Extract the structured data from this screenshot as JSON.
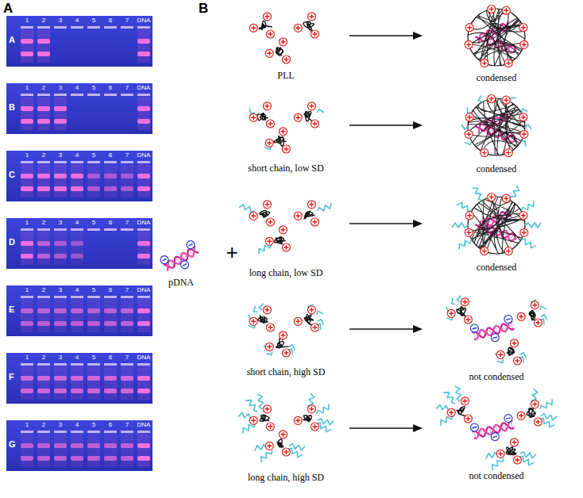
{
  "diagram": {
    "labels": [
      "A",
      "A",
      "1",
      "2",
      "3",
      "4",
      "5",
      "6",
      "7",
      "DNA",
      "B",
      "1",
      "2",
      "3",
      "4",
      "5",
      "6",
      "7",
      "DNA",
      "C",
      "1",
      "2",
      "3",
      "4",
      "5",
      "6",
      "7",
      "DNA",
      "D",
      "1",
      "2",
      "3",
      "4",
      "5",
      "6",
      "7",
      "DNA",
      "E",
      "1",
      "2",
      "3",
      "4",
      "5",
      "6",
      "7",
      "DNA",
      "F",
      "1",
      "2",
      "3",
      "4",
      "5",
      "6",
      "7",
      "DNA",
      "G",
      "1",
      "2",
      "3",
      "4",
      "5",
      "6",
      "7",
      "DNA",
      "B",
      "pDNA",
      "+",
      "PLL",
      "condensed",
      "short chain, low SD",
      "condensed",
      "long chain, low SD",
      "condensed",
      "short chain, high SD",
      "not condensed",
      "long chain, high SD",
      "not condensed"
    ]
  }
}
